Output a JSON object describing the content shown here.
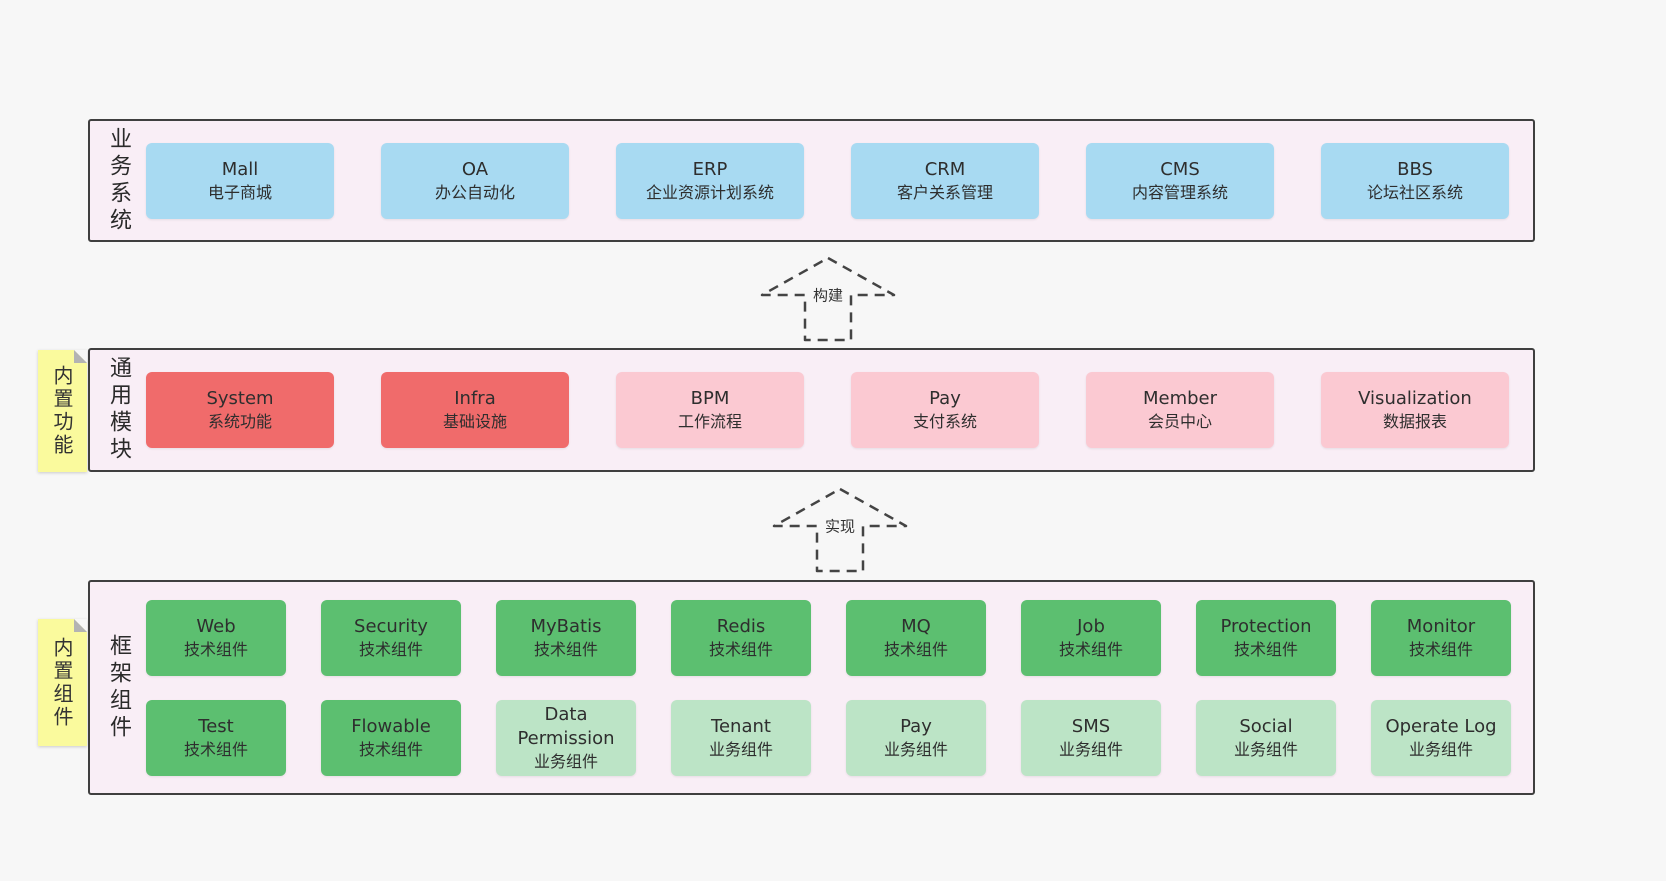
{
  "colors": {
    "blue": "#a8daf2",
    "red": "#f06b6b",
    "pink": "#fbc9d2",
    "green": "#5cbf70",
    "lightgreen": "#bce4c6",
    "note_yellow": "#fafa9d",
    "band_bg": "#f9eef6",
    "border": "#3f3f3f"
  },
  "arrows": [
    {
      "label": "构建"
    },
    {
      "label": "实现"
    }
  ],
  "notes": [
    {
      "label": "内置功能"
    },
    {
      "label": "内置组件"
    }
  ],
  "bands": [
    {
      "label": "业务系统",
      "rows": [
        {
          "boxes": [
            {
              "title": "Mall",
              "subtitle": "电子商城",
              "variant": "blue"
            },
            {
              "title": "OA",
              "subtitle": "办公自动化",
              "variant": "blue"
            },
            {
              "title": "ERP",
              "subtitle": "企业资源计划系统",
              "variant": "blue"
            },
            {
              "title": "CRM",
              "subtitle": "客户关系管理",
              "variant": "blue"
            },
            {
              "title": "CMS",
              "subtitle": "内容管理系统",
              "variant": "blue"
            },
            {
              "title": "BBS",
              "subtitle": "论坛社区系统",
              "variant": "blue"
            }
          ]
        }
      ]
    },
    {
      "label": "通用模块",
      "rows": [
        {
          "boxes": [
            {
              "title": "System",
              "subtitle": "系统功能",
              "variant": "red"
            },
            {
              "title": "Infra",
              "subtitle": "基础设施",
              "variant": "red"
            },
            {
              "title": "BPM",
              "subtitle": "工作流程",
              "variant": "pink"
            },
            {
              "title": "Pay",
              "subtitle": "支付系统",
              "variant": "pink"
            },
            {
              "title": "Member",
              "subtitle": "会员中心",
              "variant": "pink"
            },
            {
              "title": "Visualization",
              "subtitle": "数据报表",
              "variant": "pink"
            }
          ]
        }
      ]
    },
    {
      "label": "框架组件",
      "rows": [
        {
          "boxes": [
            {
              "title": "Web",
              "subtitle": "技术组件",
              "variant": "green"
            },
            {
              "title": "Security",
              "subtitle": "技术组件",
              "variant": "green"
            },
            {
              "title": "MyBatis",
              "subtitle": "技术组件",
              "variant": "green"
            },
            {
              "title": "Redis",
              "subtitle": "技术组件",
              "variant": "green"
            },
            {
              "title": "MQ",
              "subtitle": "技术组件",
              "variant": "green"
            },
            {
              "title": "Job",
              "subtitle": "技术组件",
              "variant": "green"
            },
            {
              "title": "Protection",
              "subtitle": "技术组件",
              "variant": "green"
            },
            {
              "title": "Monitor",
              "subtitle": "技术组件",
              "variant": "green"
            }
          ]
        },
        {
          "boxes": [
            {
              "title": "Test",
              "subtitle": "技术组件",
              "variant": "green"
            },
            {
              "title": "Flowable",
              "subtitle": "技术组件",
              "variant": "green"
            },
            {
              "title": "Data Permission",
              "subtitle": "业务组件",
              "variant": "lightgreen"
            },
            {
              "title": "Tenant",
              "subtitle": "业务组件",
              "variant": "lightgreen"
            },
            {
              "title": "Pay",
              "subtitle": "业务组件",
              "variant": "lightgreen"
            },
            {
              "title": "SMS",
              "subtitle": "业务组件",
              "variant": "lightgreen"
            },
            {
              "title": "Social",
              "subtitle": "业务组件",
              "variant": "lightgreen"
            },
            {
              "title": "Operate Log",
              "subtitle": "业务组件",
              "variant": "lightgreen"
            }
          ]
        }
      ]
    }
  ]
}
